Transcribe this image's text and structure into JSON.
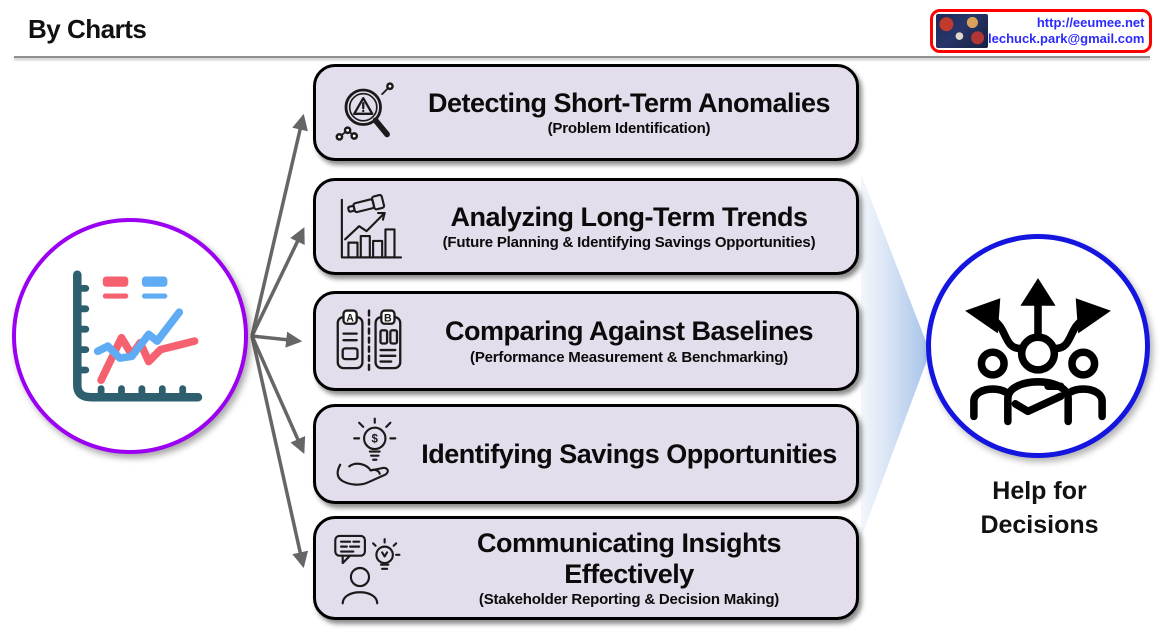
{
  "header": {
    "title": "By Charts"
  },
  "logo": {
    "url_text": "http://eeumee.net",
    "email_text": "lechuck.park@gmail.com",
    "image": "logo-thumbnail",
    "border_color": "#FF0000",
    "text_color": "#2B2BFF"
  },
  "source_node": {
    "icon": "line-chart-icon"
  },
  "boxes": [
    {
      "title": "Detecting Short-Term Anomalies",
      "subtitle": "(Problem Identification)",
      "icon": "anomaly-magnifier-icon"
    },
    {
      "title": "Analyzing Long-Term Trends",
      "subtitle": "(Future Planning & Identifying Savings Opportunities)",
      "icon": "telescope-trend-chart-icon"
    },
    {
      "title": "Comparing Against Baselines",
      "subtitle": "(Performance Measurement & Benchmarking)",
      "icon": "ab-comparison-icon"
    },
    {
      "title": "Identifying Savings Opportunities",
      "subtitle": "",
      "icon": "savings-idea-hand-icon"
    },
    {
      "title": "Communicating Insights Effectively",
      "subtitle": "(Stakeholder Reporting & Decision Making)",
      "icon": "communicate-insights-icon"
    }
  ],
  "target_node": {
    "label": "Help for Decisions",
    "icon": "decision-paths-people-icon"
  },
  "colors": {
    "box_background": "#E4DEEC",
    "box_border": "#000000",
    "arrow": "#666666",
    "source_ring": "#9B00F2",
    "target_ring": "#1515E0",
    "funnel_blue": "#9FBEE8",
    "chart_red": "#F5616F",
    "chart_blue": "#5FACF5",
    "chart_axis": "#2E5F6E"
  }
}
